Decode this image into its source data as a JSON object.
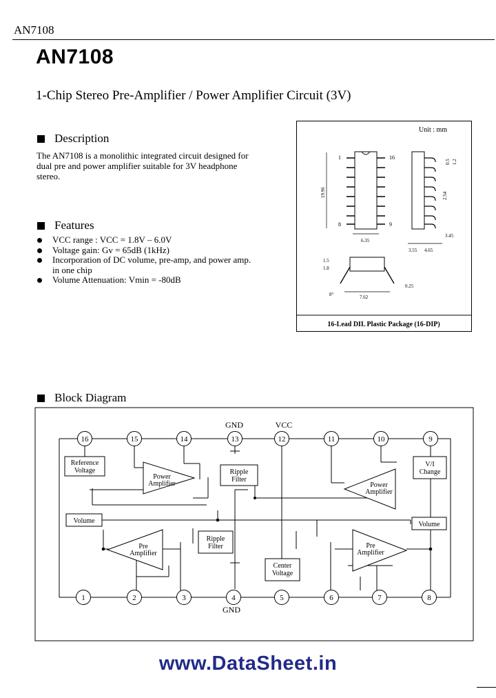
{
  "header": {
    "small_title": "AN7108",
    "main_title": "AN7108",
    "subtitle": "1-Chip Stereo Pre-Amplifier / Power Amplifier Circuit (3V)"
  },
  "description": {
    "heading": "Description",
    "lines": [
      "The AN7108 is a monolithic integrated circuit designed for",
      "dual pre and power amplifier suitable for 3V headphone",
      "stereo."
    ]
  },
  "features": {
    "heading": "Features",
    "items": [
      "VCC range : VCC = 1.8V – 6.0V",
      "Voltage gain: Gv = 65dB (1kHz)",
      "Incorporation of DC volume, pre-amp, and power amp.",
      "Volume Attenuation: Vmin = -80dB"
    ],
    "item3_cont": "in one chip"
  },
  "package": {
    "unit": "Unit : mm",
    "caption": "16-Lead DIL Plastic Package (16-DIP)",
    "pin1": "1",
    "pin8": "8",
    "pin9": "9",
    "pin16": "16",
    "dims": {
      "length": "19.96",
      "width": "6.35",
      "d05": "0.5",
      "d12": "1.2",
      "d254": "2.54",
      "d345": "3.45",
      "d355": "3.55",
      "d465": "4.65",
      "d15": "1.5",
      "d18": "1.8",
      "d762": "7.62",
      "d025": "0.25",
      "angle": "8°"
    }
  },
  "block_diagram": {
    "heading": "Block Diagram",
    "gnd_top": "GND",
    "vcc": "VCC",
    "gnd_bottom": "GND",
    "top_pins": [
      "16",
      "15",
      "14",
      "13",
      "12",
      "11",
      "10",
      "9"
    ],
    "bottom_pins": [
      "1",
      "2",
      "3",
      "4",
      "5",
      "6",
      "7",
      "8"
    ],
    "blocks": {
      "reference_voltage": [
        "Reference",
        "Voltage"
      ],
      "power_amp_left": [
        "Power",
        "Amplifier"
      ],
      "ripple_filter_top": [
        "Ripple",
        "Filter"
      ],
      "power_amp_right": [
        "Power",
        "Amplifier"
      ],
      "vi_change": [
        "V/I",
        "Change"
      ],
      "volume_left": "Volume",
      "volume_right": "Volume",
      "ripple_filter_mid": [
        "Ripple",
        "Filter"
      ],
      "pre_amp_left": [
        "Pre",
        "Amplifier"
      ],
      "pre_amp_right": [
        "Pre",
        "Amplifier"
      ],
      "center_voltage": [
        "Center",
        "Voltage"
      ]
    }
  },
  "footer": {
    "watermark": "www.DataSheet.in"
  }
}
